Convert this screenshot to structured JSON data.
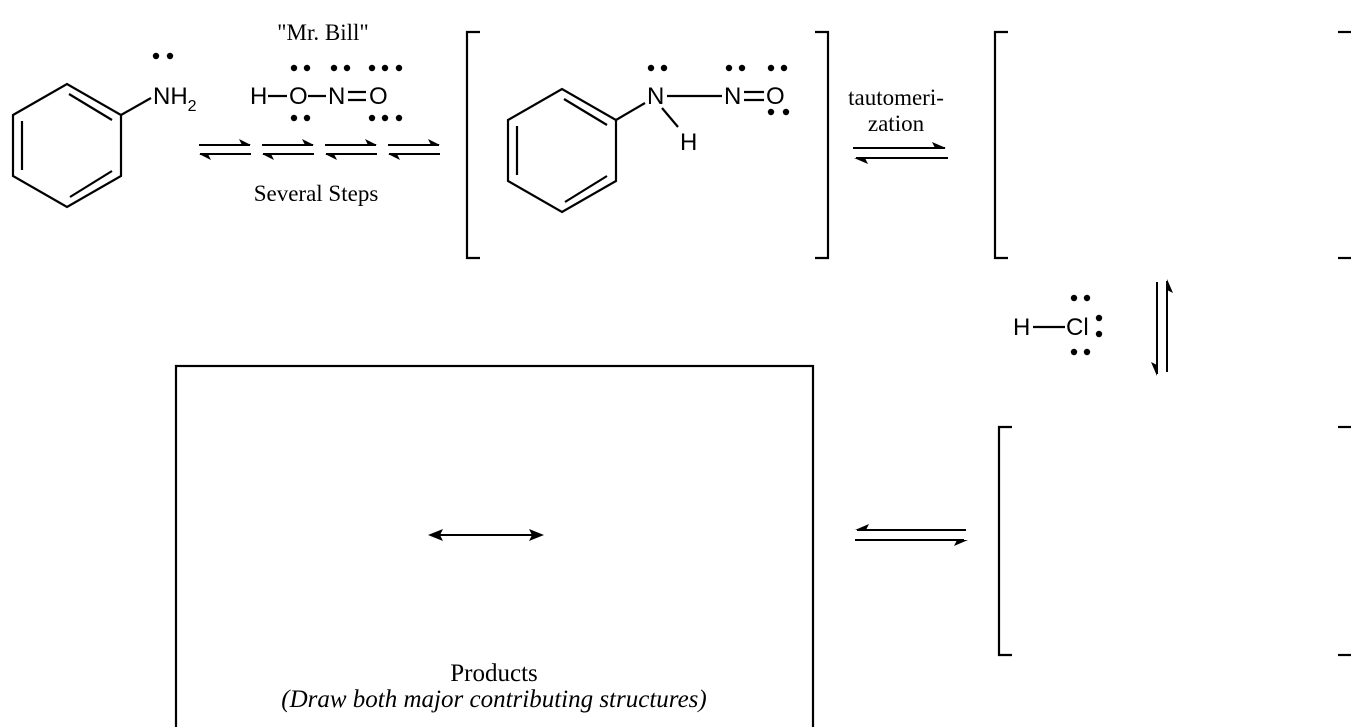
{
  "step_label": {
    "reagent_nickname": "\"Mr. Bill\"",
    "steps_caption": "Several Steps",
    "tautomerization_line1": "tautomeri-",
    "tautomerization_line2": "zation"
  },
  "aniline": {
    "amine_atom": "NH",
    "amine_sub": "2"
  },
  "nitrous_acid": {
    "h": "H",
    "o": "O",
    "n": "N",
    "o2": "O"
  },
  "intermediate": {
    "n1": "N",
    "n2": "N",
    "o": "O",
    "h": "H"
  },
  "hcl": {
    "h": "H",
    "cl": "Cl"
  },
  "products_box": {
    "title": "Products",
    "instruction": "(Draw both major contributing structures)"
  }
}
